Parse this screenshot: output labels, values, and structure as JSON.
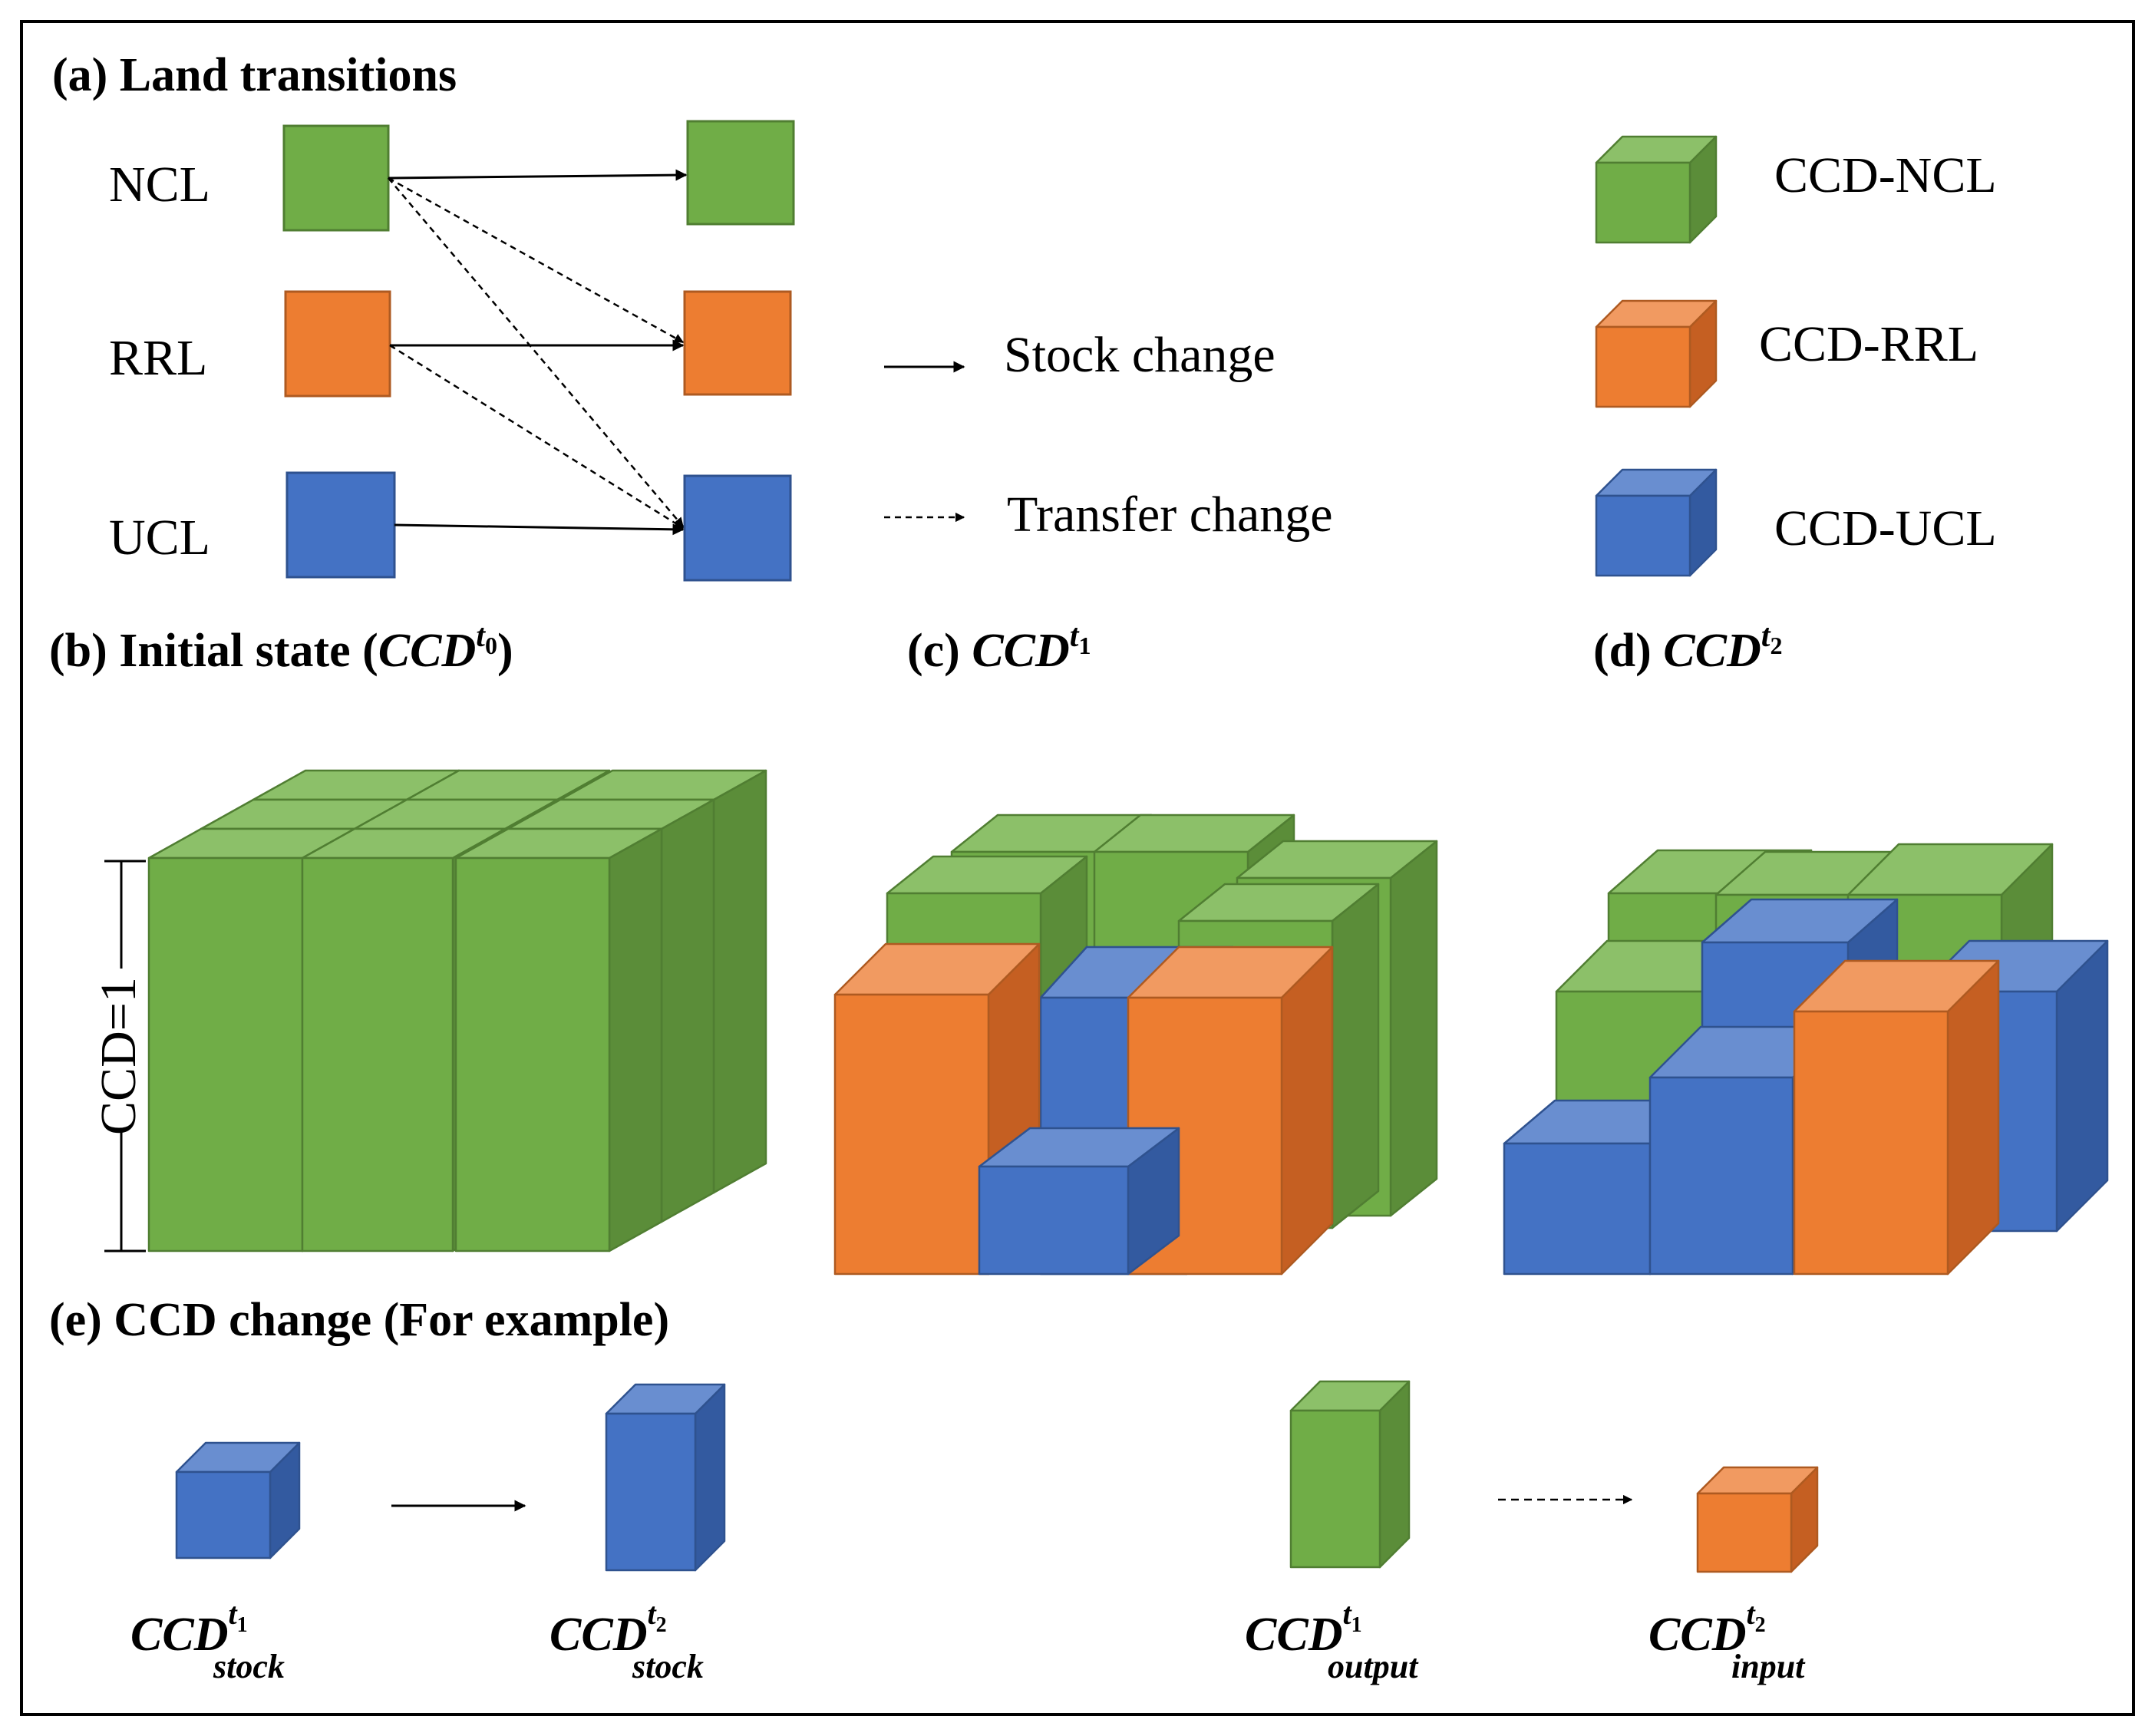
{
  "panels": {
    "a": {
      "title": "(a) Land transitions"
    },
    "b": {
      "prefix": "(b) Initial state (",
      "math": "CCD",
      "sup": "t",
      "supsub": "0",
      "suffix": ")"
    },
    "c": {
      "prefix": "(c) ",
      "math": "CCD",
      "sup": "t",
      "supsub": "1"
    },
    "d": {
      "prefix": "(d) ",
      "math": "CCD",
      "sup": "t",
      "supsub": "2"
    },
    "e": {
      "title": "(e) CCD change (For example)"
    }
  },
  "land_types": [
    {
      "label": "NCL",
      "color": "#70ad47"
    },
    {
      "label": "RRL",
      "color": "#ed7d31"
    },
    {
      "label": "UCL",
      "color": "#4472c4"
    }
  ],
  "arrow_legend": {
    "stock": "Stock change",
    "transfer": "Transfer change"
  },
  "cube_legend": [
    {
      "label": "CCD-NCL",
      "color": "green"
    },
    {
      "label": "CCD-RRL",
      "color": "orange"
    },
    {
      "label": "CCD-UCL",
      "color": "blue"
    }
  ],
  "ccd_axis_label": "CCD=1",
  "examples": [
    {
      "base": "CCD",
      "sup": "t",
      "supsub": "1",
      "sub": "stock"
    },
    {
      "base": "CCD",
      "sup": "t",
      "supsub": "2",
      "sub": "stock"
    },
    {
      "base": "CCD",
      "sup": "t",
      "supsub": "1",
      "sub": "output"
    },
    {
      "base": "CCD",
      "sup": "t",
      "supsub": "2",
      "sub": "input"
    }
  ],
  "colors": {
    "green": {
      "front": "#70ad47",
      "top": "#8cc069",
      "side": "#5b8d39",
      "stroke": "#507e32"
    },
    "orange": {
      "front": "#ed7d31",
      "top": "#f19a61",
      "side": "#c55f22",
      "stroke": "#ae5a21"
    },
    "blue": {
      "front": "#4472c4",
      "top": "#698ed0",
      "side": "#335aa0",
      "stroke": "#2f528f"
    }
  }
}
